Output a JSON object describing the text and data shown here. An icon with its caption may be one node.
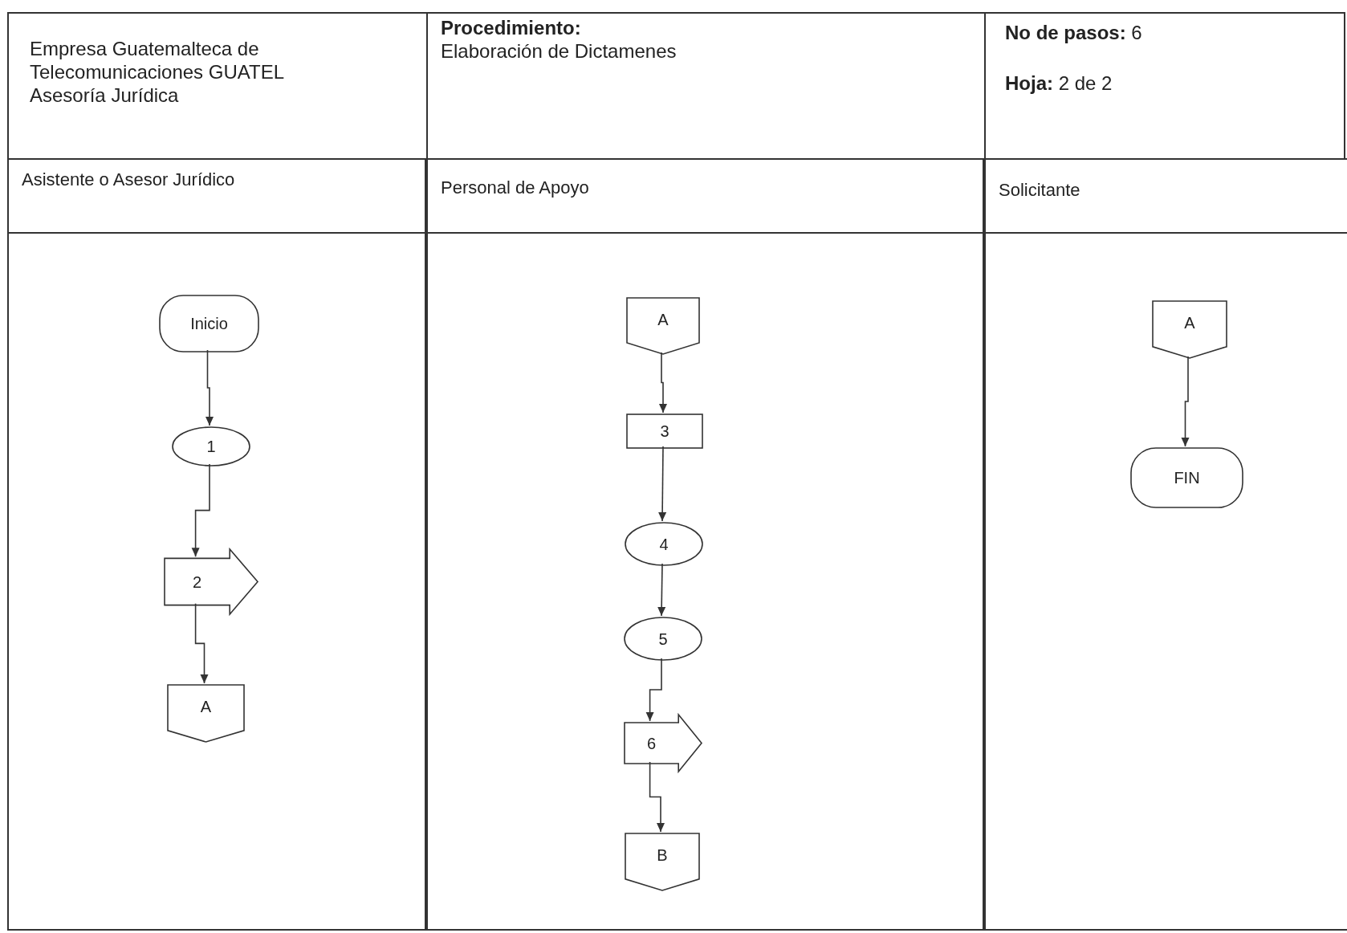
{
  "diagram": {
    "nodes": [
      {
        "text": [
          "Asistente o Asesor Jurídico"
        ]
      },
      {
        "text": [
          "Personal de Apoyo"
        ]
      },
      {
        "text": [
          "Solicitante"
        ]
      },
      {
        "text": [
          "Inicio"
        ],
        "in": 0
      },
      {
        "text": [
          "1"
        ],
        "in": 0
      },
      {
        "text": [
          "2"
        ],
        "in": 0
      },
      {
        "text": [
          "A"
        ],
        "in": 0
      },
      {
        "text": [
          "A"
        ],
        "in": 1
      },
      {
        "text": [
          "3"
        ],
        "in": 1
      },
      {
        "text": [
          "4"
        ],
        "in": 1
      },
      {
        "text": [
          "5"
        ],
        "in": 1
      },
      {
        "text": [
          "6"
        ],
        "in": 1
      },
      {
        "text": [
          "B"
        ],
        "in": 1
      },
      {
        "text": [
          "A"
        ],
        "in": 2
      },
      {
        "text": [
          "FIN"
        ],
        "in": 2
      }
    ],
    "edges": [
      {
        "from": 3,
        "to": 4,
        "arrow": "to"
      },
      {
        "from": 4,
        "to": 5,
        "arrow": "to"
      },
      {
        "from": 5,
        "to": 6,
        "arrow": "to"
      },
      {
        "from": 7,
        "to": 8,
        "arrow": "to"
      },
      {
        "from": 8,
        "to": 9,
        "arrow": "to"
      },
      {
        "from": 9,
        "to": 10,
        "arrow": "to"
      },
      {
        "from": 10,
        "to": 11,
        "arrow": "to"
      },
      {
        "from": 11,
        "to": 12,
        "arrow": "to"
      },
      {
        "from": 13,
        "to": 14,
        "arrow": "to"
      }
    ],
    "labels": [
      "Empresa Guatemalteca de Telecomunicaciones GUATEL",
      "Asesoría Jurídica",
      "Procedimiento:",
      "Elaboración de Dictamenes",
      "**No de pasos:** 6",
      "**Hoja:** 2 de 2"
    ]
  }
}
